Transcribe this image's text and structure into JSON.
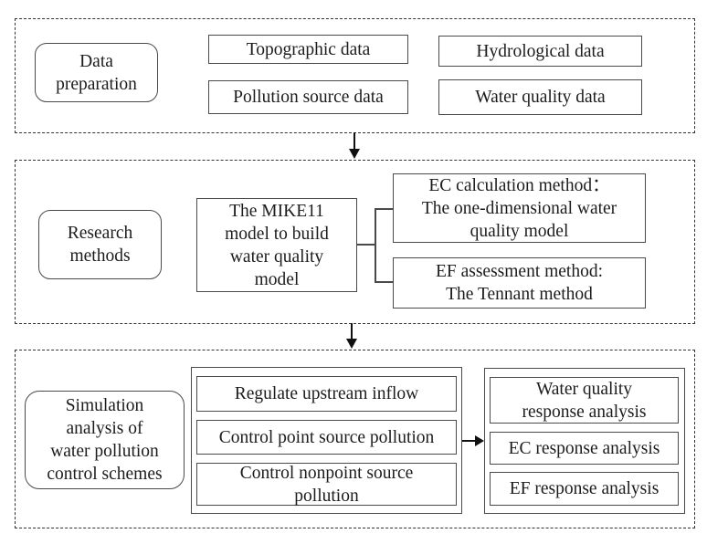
{
  "diagram": {
    "stage1": {
      "label": "Data\npreparation",
      "topographic": "Topographic data",
      "hydrological": "Hydrological data",
      "pollution_source": "Pollution source data",
      "water_quality": "Water quality data"
    },
    "stage2": {
      "label": "Research\nmethods",
      "mike11": "The MIKE11\nmodel to build\nwater quality\nmodel",
      "ec_method": "EC calculation method：\nThe one-dimensional water\nquality model",
      "ef_method": "EF assessment method:\nThe Tennant method"
    },
    "stage3": {
      "label": "Simulation\nanalysis of\nwater pollution\ncontrol schemes",
      "regulate_inflow": "Regulate upstream inflow",
      "control_point": "Control point source pollution",
      "control_nonpoint": "Control nonpoint source\npollution",
      "water_quality_response": "Water quality\nresponse analysis",
      "ec_response": "EC response analysis",
      "ef_response": "EF response analysis"
    },
    "colors": {
      "box_border": "#4a4a4a",
      "dashed_border": "#333333",
      "text": "#1c1c1c",
      "background": "#ffffff"
    }
  }
}
